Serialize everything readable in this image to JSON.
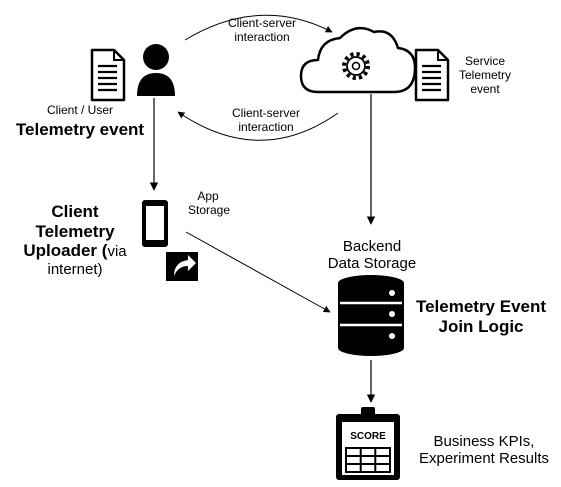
{
  "edge_labels": {
    "client_to_server_line1": "Client-server",
    "client_to_server_line2": "interaction",
    "server_to_client_line1": "Client-server",
    "server_to_client_line2": "interaction"
  },
  "nodes": {
    "service_telemetry": {
      "line1": "Service",
      "line2": "Telemetry",
      "line3": "event"
    },
    "client_user": {
      "line1": "Client / User",
      "line2": "Telemetry event"
    },
    "app_storage": {
      "line1": "App",
      "line2": "Storage"
    },
    "uploader": {
      "line1": "Client",
      "line2": "Telemetry",
      "line3_bold": "Uploader (",
      "line3_normal": "via",
      "line4": "internet)"
    },
    "backend": {
      "line1": "Backend",
      "line2": "Data Storage"
    },
    "join_logic": {
      "line1": "Telemetry Event",
      "line2": "Join Logic"
    },
    "scorecard": {
      "badge": "SCORE"
    },
    "results": {
      "line1": "Business KPIs,",
      "line2": "Experiment Results"
    }
  },
  "icons": [
    "document-icon",
    "user-icon",
    "cloud-gear-icon",
    "document-icon",
    "smartphone-icon",
    "share-icon",
    "database-icon",
    "scorecard-icon"
  ]
}
